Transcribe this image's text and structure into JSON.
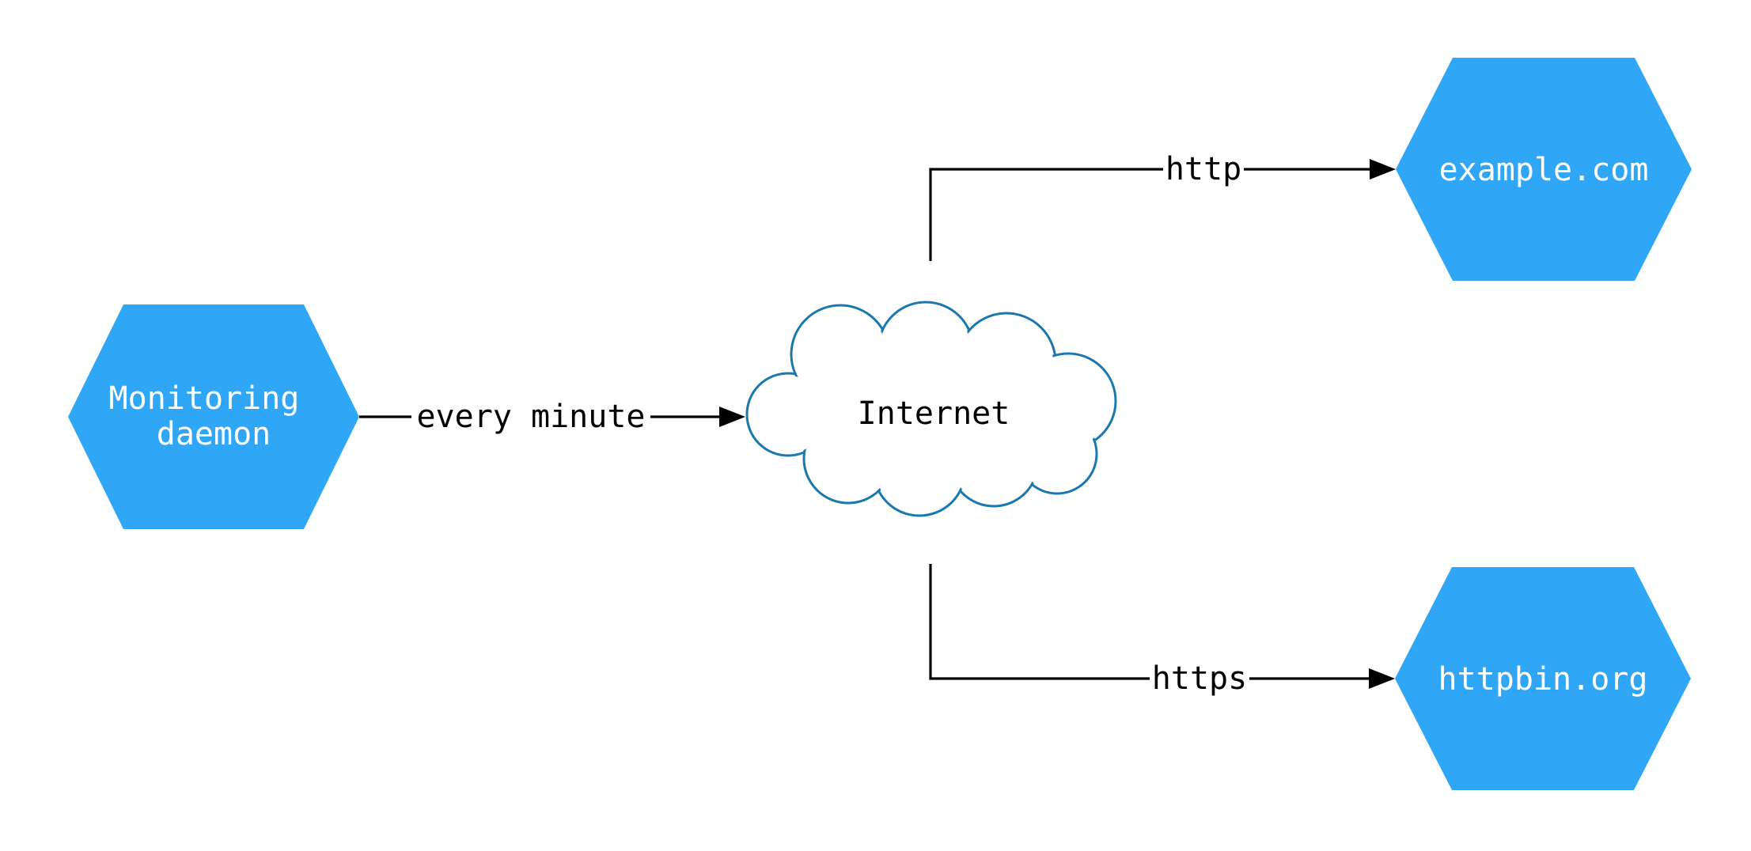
{
  "diagram": {
    "type": "network-flow-diagram",
    "colors": {
      "background": "#ffffff",
      "node_fill": "#30a6f6",
      "node_text": "#ffffff",
      "cloud_stroke": "#1a78ad",
      "cloud_fill": "#ffffff",
      "edge": "#000000",
      "edge_label_text": "#000000"
    },
    "nodes": {
      "daemon": {
        "label": "Monitoring daemon",
        "label_line1": "Monitoring",
        "label_line2": "daemon",
        "shape": "hexagon"
      },
      "internet": {
        "label": "Internet",
        "shape": "cloud"
      },
      "example": {
        "label": "example.com",
        "shape": "hexagon"
      },
      "httpbin": {
        "label": "httpbin.org",
        "shape": "hexagon"
      }
    },
    "edges": {
      "daemon_to_internet": {
        "from": "Monitoring daemon",
        "to": "Internet",
        "label": "every minute"
      },
      "internet_to_example": {
        "from": "Internet",
        "to": "example.com",
        "label": "http"
      },
      "internet_to_httpbin": {
        "from": "Internet",
        "to": "httpbin.org",
        "label": "https"
      }
    }
  }
}
